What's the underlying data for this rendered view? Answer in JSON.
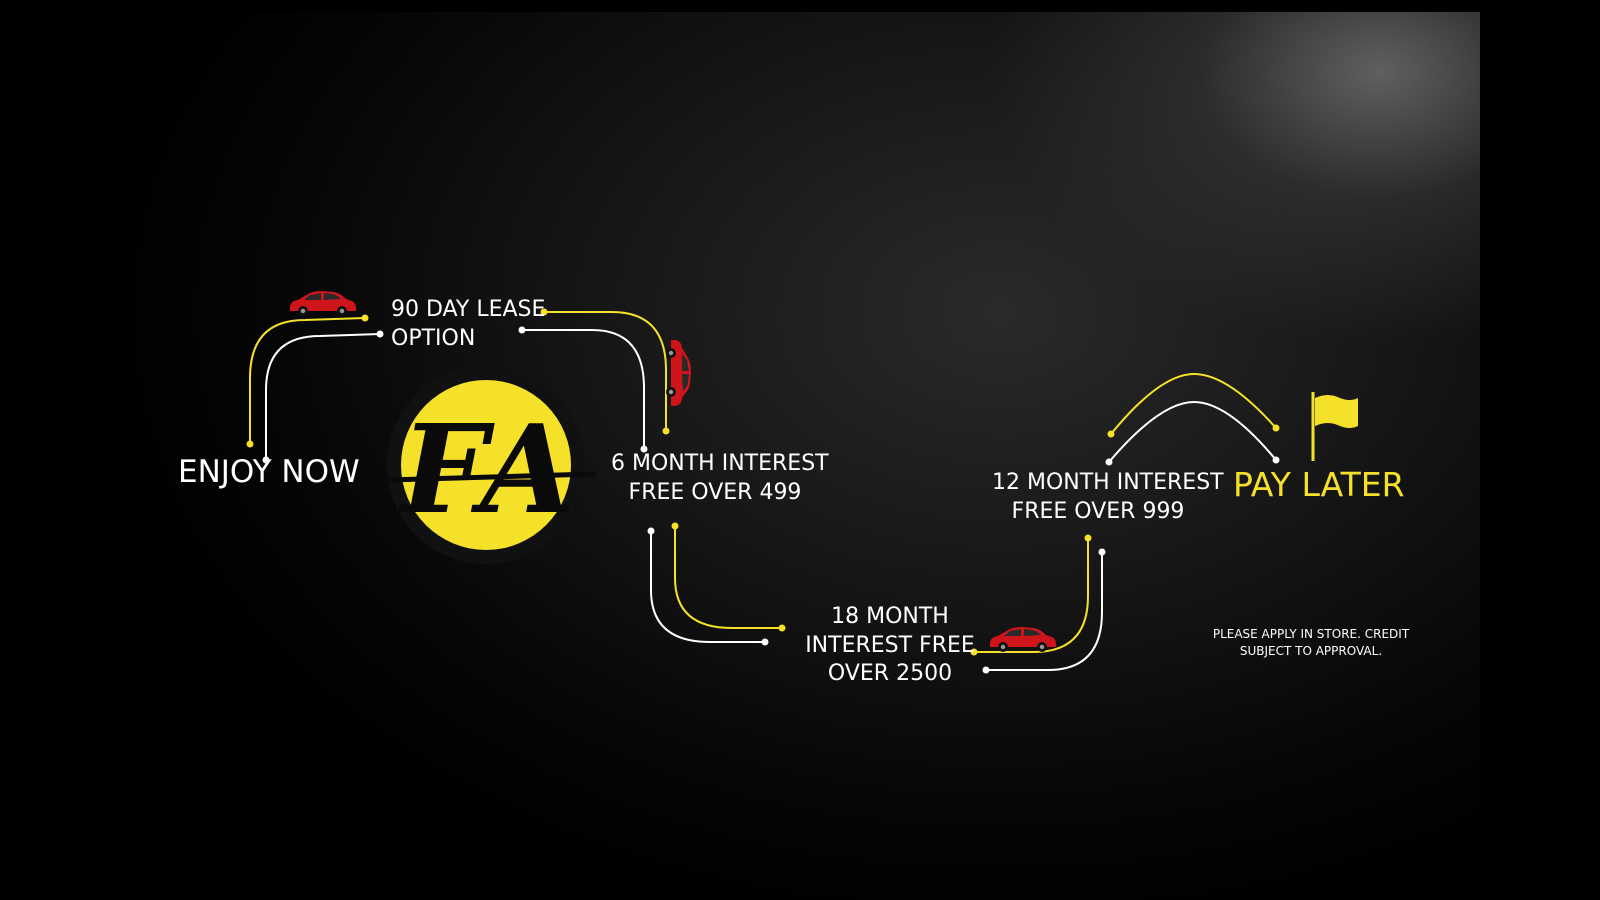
{
  "labels": {
    "enjoy_now": "ENJOY NOW",
    "lease_90_line1": "90 DAY LEASE",
    "lease_90_line2": "OPTION",
    "six_month_line1": "6 MONTH INTEREST",
    "six_month_line2": "FREE OVER 499",
    "eighteen_month_line1": "18 MONTH",
    "eighteen_month_line2": "INTEREST FREE",
    "eighteen_month_line3": "OVER 2500",
    "twelve_month_line1": "12 MONTH INTEREST",
    "twelve_month_line2": "FREE OVER 999",
    "pay_later": "PAY LATER",
    "disclaimer_line1": "PLEASE APPLY IN STORE. CREDIT",
    "disclaimer_line2": "SUBJECT TO APPROVAL."
  },
  "logo": {
    "monogram": "FA"
  },
  "icons": [
    "red-car-icon",
    "flag-icon"
  ],
  "colors": {
    "background": "#000000",
    "accent_yellow": "#f5e02a",
    "route_white": "#ffffff",
    "car_red": "#d0141b",
    "logo_ring": "#111111"
  }
}
